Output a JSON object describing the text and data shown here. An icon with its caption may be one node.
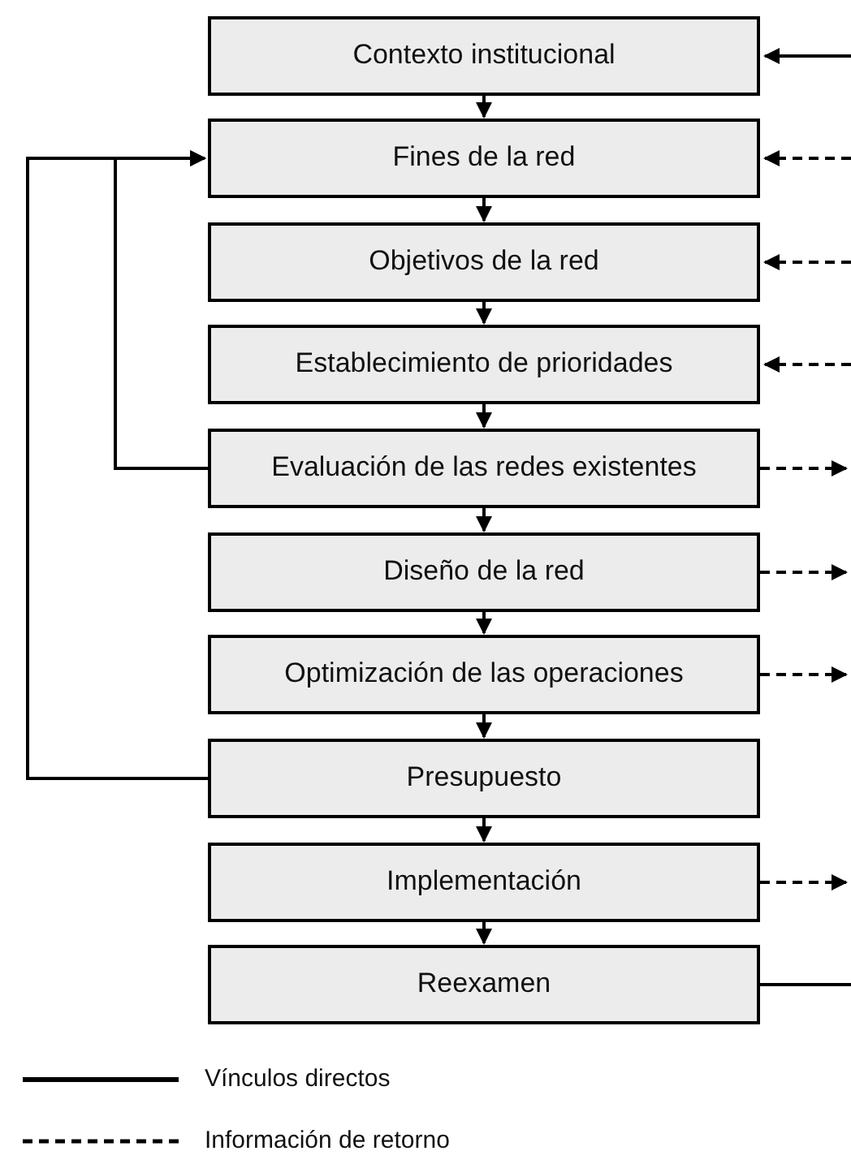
{
  "diagram": {
    "nodes": [
      {
        "text": [
          "Contexto institucional"
        ]
      },
      {
        "text": [
          "Fines de la red"
        ]
      },
      {
        "text": [
          "Objetivos de la red"
        ]
      },
      {
        "text": [
          "Establecimiento de prioridades"
        ]
      },
      {
        "text": [
          "Evaluación de las redes existentes"
        ]
      },
      {
        "text": [
          "Diseño de la red"
        ]
      },
      {
        "text": [
          "Optimización de las operaciones"
        ]
      },
      {
        "text": [
          "Presupuesto"
        ]
      },
      {
        "text": [
          "Implementación"
        ]
      },
      {
        "text": [
          "Reexamen"
        ]
      }
    ],
    "edges": [
      {
        "from": 0,
        "to": 1,
        "arrow": "to"
      },
      {
        "from": 1,
        "to": 2,
        "arrow": "to"
      },
      {
        "from": 2,
        "to": 3,
        "arrow": "to"
      },
      {
        "from": 3,
        "to": 4,
        "arrow": "to"
      },
      {
        "from": 4,
        "to": 5,
        "arrow": "to"
      },
      {
        "from": 5,
        "to": 6,
        "arrow": "to"
      },
      {
        "from": 6,
        "to": 7,
        "arrow": "to"
      },
      {
        "from": 7,
        "to": 8,
        "arrow": "to"
      },
      {
        "from": 8,
        "to": 9,
        "arrow": "to"
      },
      {
        "from": 4,
        "to": 1,
        "arrow": "to"
      },
      {
        "from": 7,
        "to": 1,
        "arrow": "to"
      },
      {
        "from": null,
        "to": 0,
        "arrow": "to"
      },
      {
        "from": null,
        "to": 1,
        "arrow": "to",
        "style": "dashed"
      },
      {
        "from": null,
        "to": 2,
        "arrow": "to",
        "style": "dashed"
      },
      {
        "from": null,
        "to": 3,
        "arrow": "to",
        "style": "dashed"
      },
      {
        "from": 4,
        "to": null,
        "arrow": "to",
        "style": "dashed"
      },
      {
        "from": 5,
        "to": null,
        "arrow": "to",
        "style": "dashed"
      },
      {
        "from": 6,
        "to": null,
        "arrow": "to",
        "style": "dashed"
      },
      {
        "from": 8,
        "to": null,
        "arrow": "to",
        "style": "dashed"
      },
      {
        "from": 9,
        "to": null,
        "arrow": "none"
      }
    ],
    "legend": [
      {
        "text": "Vínculos directos"
      },
      {
        "text": "Información de retorno"
      }
    ]
  }
}
